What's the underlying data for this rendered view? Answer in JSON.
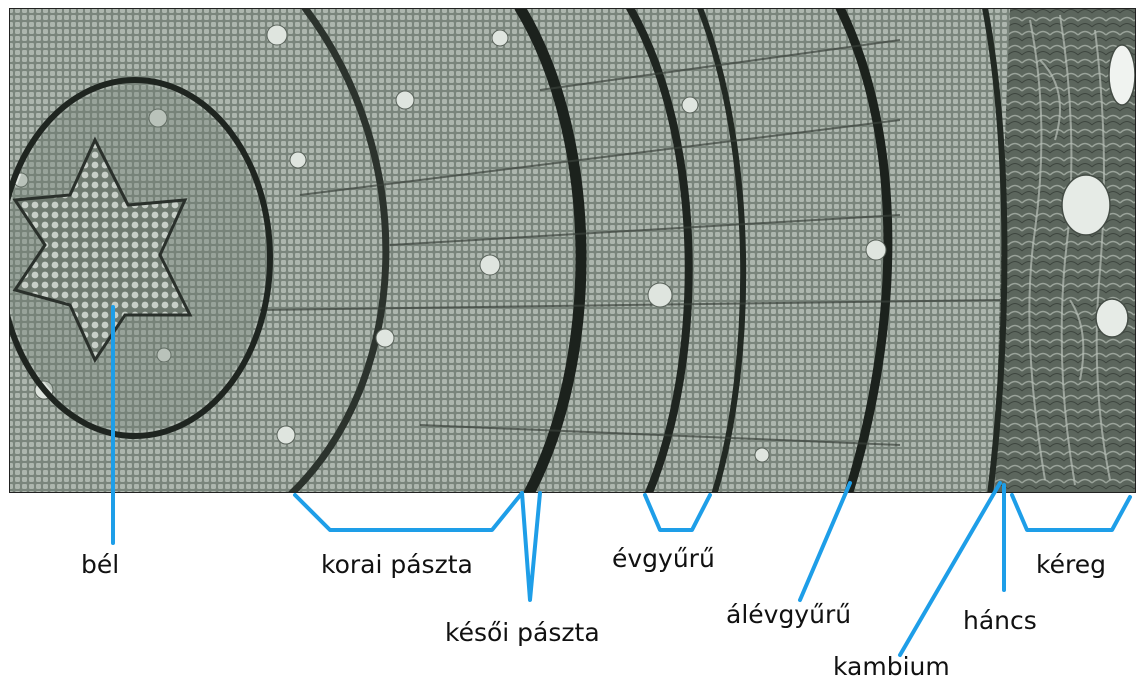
{
  "diagram": {
    "labels": {
      "bel": "bél",
      "korai_paszta": "korai pászta",
      "kesoi_paszta": "késői pászta",
      "evgyuru": "évgyűrű",
      "alevgyuru": "álévgyűrű",
      "kambium": "kambium",
      "hancs": "háncs",
      "kereg": "kéreg"
    },
    "colors": {
      "leader": "#1e9ee8",
      "tissue_base": "#7d877d",
      "tissue_light": "#aab3aa",
      "ring_dark": "#1c221d",
      "frame": "#222222",
      "text": "#111111"
    }
  }
}
